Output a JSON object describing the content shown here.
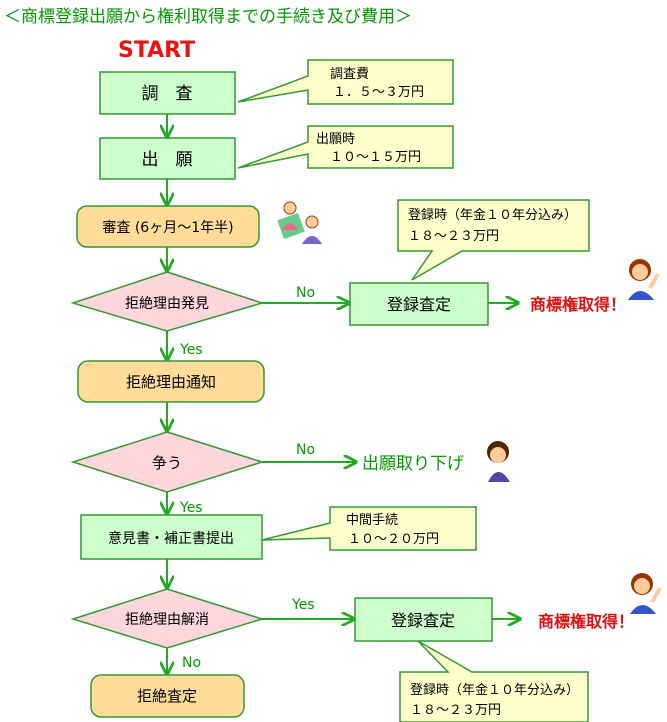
{
  "title": "＜商標登録出願から権利取得までの手続き及び費用＞",
  "start": "START",
  "nodes": {
    "survey": "調　査",
    "filing": "出　願",
    "examination": "審査 (6ヶ月～1年半)",
    "refusal_found": "拒絶理由発見",
    "registration_decision_1": "登録査定",
    "refusal_notice": "拒絶理由通知",
    "dispute": "争う",
    "withdraw": "出願取り下げ",
    "opinion": "意見書・補正書提出",
    "refusal_resolved": "拒絶理由解消",
    "registration_decision_2": "登録査定",
    "refusal_decision": "拒絶査定"
  },
  "results": {
    "trademark_1": "商標権取得！",
    "trademark_2": "商標権取得！"
  },
  "callouts": {
    "survey_fee": {
      "line1": "調査費",
      "line2": "１．５～３万円"
    },
    "filing_fee": {
      "line1": "出願時",
      "line2": "１０～１５万円"
    },
    "registration_fee_1": {
      "line1": "登録時（年金１０年分込み）",
      "line2": "１８～２３万円"
    },
    "intermediate_fee": {
      "line1": "中間手続",
      "line2": "１０～２０万円"
    },
    "registration_fee_2": {
      "line1": "登録時（年金１０年分込み）",
      "line2": "１８～２３万円"
    }
  },
  "labels": {
    "no_1": "No",
    "yes_1": "Yes",
    "no_2": "No",
    "yes_2": "Yes",
    "yes_3": "Yes",
    "no_3": "No"
  },
  "colors": {
    "box_green": "#ccffcc",
    "box_orange": "#ffdd99",
    "diamond_pink": "#ffd6dc",
    "callout_yellow": "#ffffcc",
    "border_green": "#339933",
    "arrow_green": "#22aa22",
    "title_green": "#009900",
    "start_red": "#ee1111",
    "result_red": "#dd1111"
  }
}
